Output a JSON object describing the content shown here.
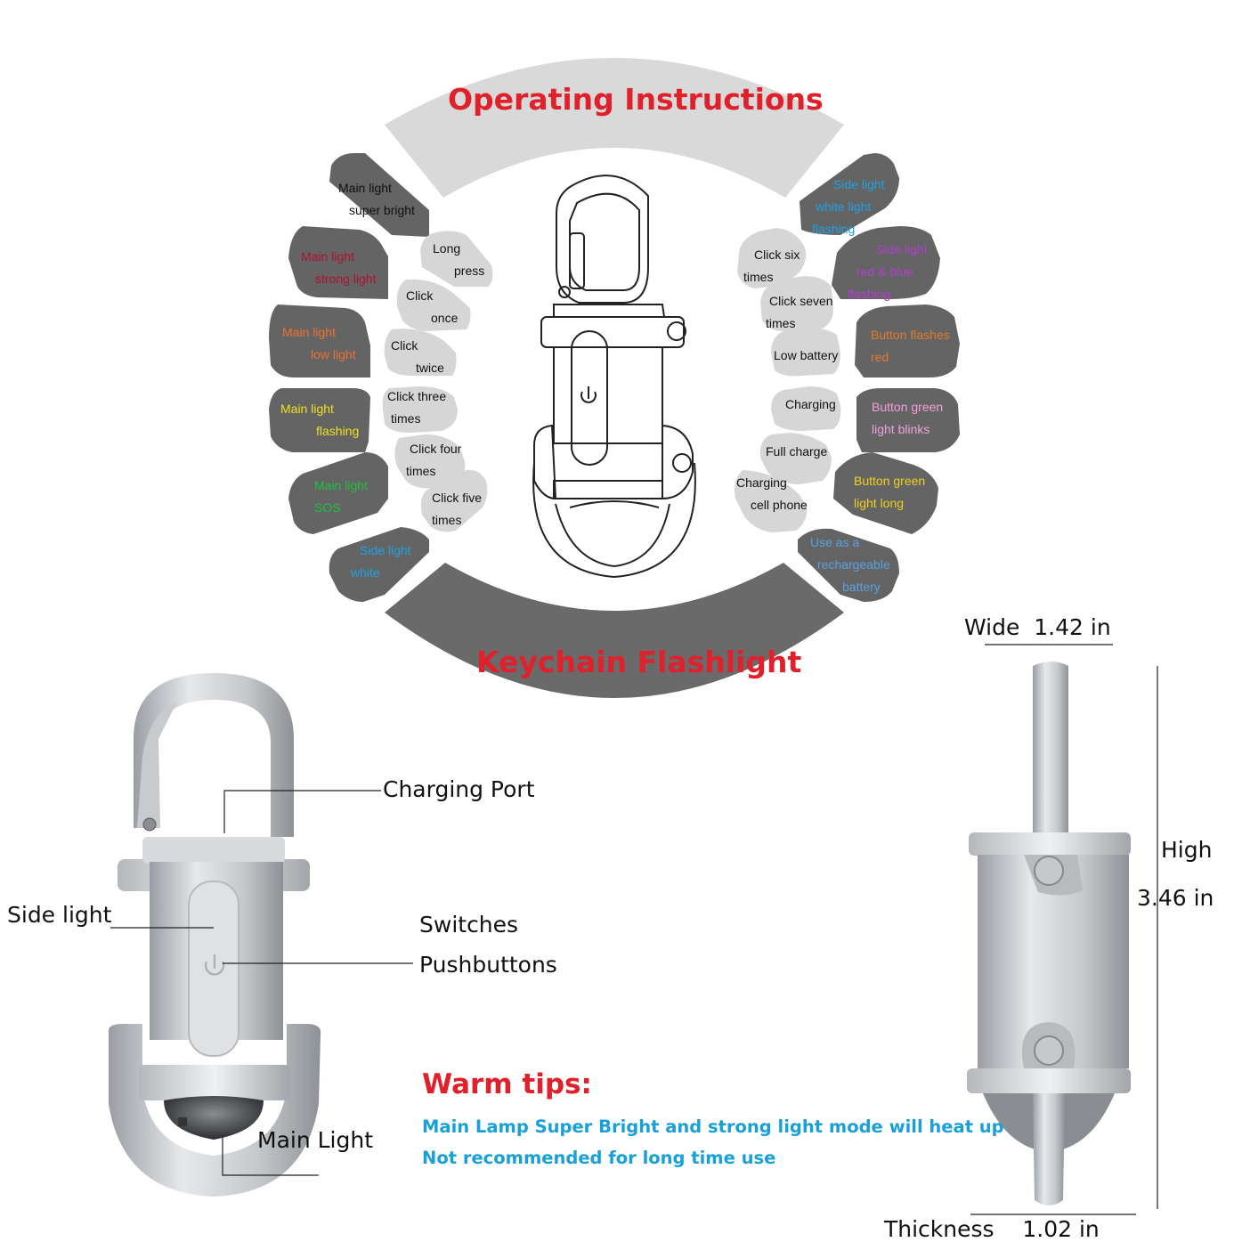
{
  "titles": {
    "top": "Operating Instructions",
    "bottom": "Keychain Flashlight"
  },
  "left_modes": [
    {
      "lines": [
        "Main light",
        "super bright"
      ],
      "color": "#111111"
    },
    {
      "lines": [
        "Main light",
        "strong light"
      ],
      "color": "#b01030"
    },
    {
      "lines": [
        "Main light",
        "low light"
      ],
      "color": "#f07030"
    },
    {
      "lines": [
        "Main light",
        "flashing"
      ],
      "color": "#f0e020"
    },
    {
      "lines": [
        "Main light",
        "SOS"
      ],
      "color": "#20c040"
    },
    {
      "lines": [
        "Side light",
        "white"
      ],
      "color": "#20a0e0"
    }
  ],
  "left_actions": [
    {
      "lines": [
        "Long",
        "press"
      ]
    },
    {
      "lines": [
        "Click",
        "once"
      ]
    },
    {
      "lines": [
        "Click",
        "twice"
      ]
    },
    {
      "lines": [
        "Click three",
        "times"
      ]
    },
    {
      "lines": [
        "Click four",
        "times"
      ]
    },
    {
      "lines": [
        "Click five",
        "times"
      ]
    }
  ],
  "right_actions": [
    {
      "lines": [
        "Click six",
        "times"
      ]
    },
    {
      "lines": [
        "Click seven",
        "times"
      ]
    },
    {
      "lines": [
        "Low battery"
      ]
    },
    {
      "lines": [
        "Charging"
      ]
    },
    {
      "lines": [
        "Full charge"
      ]
    },
    {
      "lines": [
        "Charging",
        "cell phone"
      ]
    }
  ],
  "right_modes": [
    {
      "lines": [
        "Side light",
        "white light",
        "flashing"
      ],
      "color": "#20a0e0"
    },
    {
      "lines": [
        "Side light",
        "red & blue",
        "flashing"
      ],
      "color": "#b040d0"
    },
    {
      "lines": [
        "Button flashes",
        "red"
      ],
      "color": "#e07a30"
    },
    {
      "lines": [
        "Button green",
        "light blinks"
      ],
      "color": "#f0a0d8"
    },
    {
      "lines": [
        "Button green",
        "light long"
      ],
      "color": "#f0d020"
    },
    {
      "lines": [
        "Use as a",
        "rechargeable",
        "battery"
      ],
      "color": "#5aa0e0"
    }
  ],
  "callouts": {
    "charging_port": "Charging Port",
    "side_light": "Side light",
    "switches": "Switches",
    "pushbuttons": "Pushbuttons",
    "main_light": "Main Light"
  },
  "dimensions": {
    "wide": "Wide  1.42 in",
    "high_label": "High",
    "high_value": "3.46 in",
    "thickness": "Thickness    1.02 in"
  },
  "tips": {
    "title": "Warm tips:",
    "line1": "Main Lamp Super Bright and strong light mode will heat up",
    "line2": "Not recommended for long time use"
  },
  "colors": {
    "title_red": "#e0202a",
    "tips_blue": "#1aa0d8",
    "dark_tile": "#646464",
    "light_tile": "#d6d6d6",
    "top_arc": "#d9d9d9",
    "bottom_arc": "#6a6a6a"
  },
  "icons": [
    "power-icon",
    "screw-icon",
    "carabiner-icon"
  ]
}
